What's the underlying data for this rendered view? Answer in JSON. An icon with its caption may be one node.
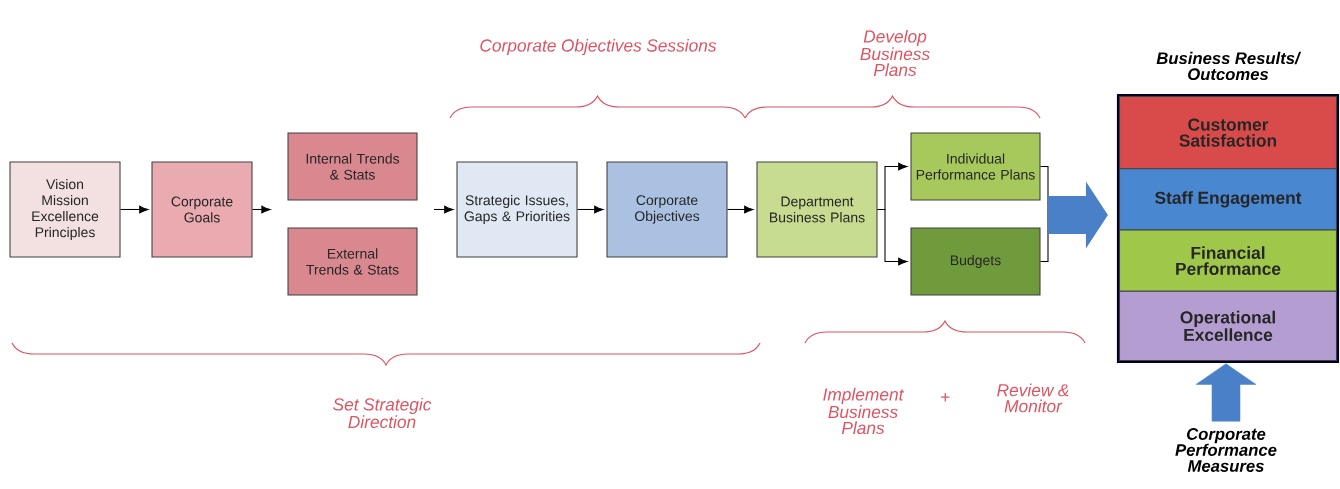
{
  "diagram": {
    "nodes": [
      {
        "text": [
          "Vision Mission Excellence Principles"
        ]
      },
      {
        "text": [
          "Corporate Goals"
        ]
      },
      {
        "text": [
          "Internal Trends & Stats"
        ]
      },
      {
        "text": [
          "External Trends & Stats"
        ]
      },
      {
        "text": [
          "Strategic Issues, Gaps & Priorities"
        ]
      },
      {
        "text": [
          "Corporate Objectives"
        ]
      },
      {
        "text": [
          "Department Business Plans"
        ]
      },
      {
        "text": [
          "Individual Performance Plans"
        ]
      },
      {
        "text": [
          "Budgets"
        ]
      },
      {
        "text": [
          "Business Results/ Outcomes"
        ]
      },
      {
        "text": [
          "Customer Satisfaction"
        ],
        "in": 9
      },
      {
        "text": [
          "Staff Engagement"
        ],
        "in": 9
      },
      {
        "text": [
          "Financial Performance"
        ],
        "in": 9
      },
      {
        "text": [
          "Operational Excellence"
        ],
        "in": 9
      },
      {
        "text": [
          "Corporate Performance Measures"
        ]
      }
    ],
    "edges": [
      {
        "from": 0,
        "to": 1,
        "arrow": "to"
      },
      {
        "from": 1,
        "to": null,
        "arrow": "to"
      },
      {
        "from": null,
        "to": 4,
        "arrow": "to"
      },
      {
        "from": 4,
        "to": 5,
        "arrow": "to"
      },
      {
        "from": 5,
        "to": 6,
        "arrow": "to"
      },
      {
        "from": 6,
        "to": 7,
        "arrow": "to"
      },
      {
        "from": 6,
        "to": 8,
        "arrow": "to"
      },
      {
        "from": 7,
        "to": 9,
        "arrow": "to"
      },
      {
        "from": 8,
        "to": 9,
        "arrow": "to"
      },
      {
        "from": 14,
        "to": 9,
        "arrow": "to",
        "style": "thick",
        "color": "#4a80c8"
      }
    ],
    "labels": [
      "Corporate Objectives Sessions",
      "Develop Business Plans",
      "Set Strategic Direction",
      "Implement Business Plans",
      "+",
      "Review & Monitor"
    ]
  }
}
